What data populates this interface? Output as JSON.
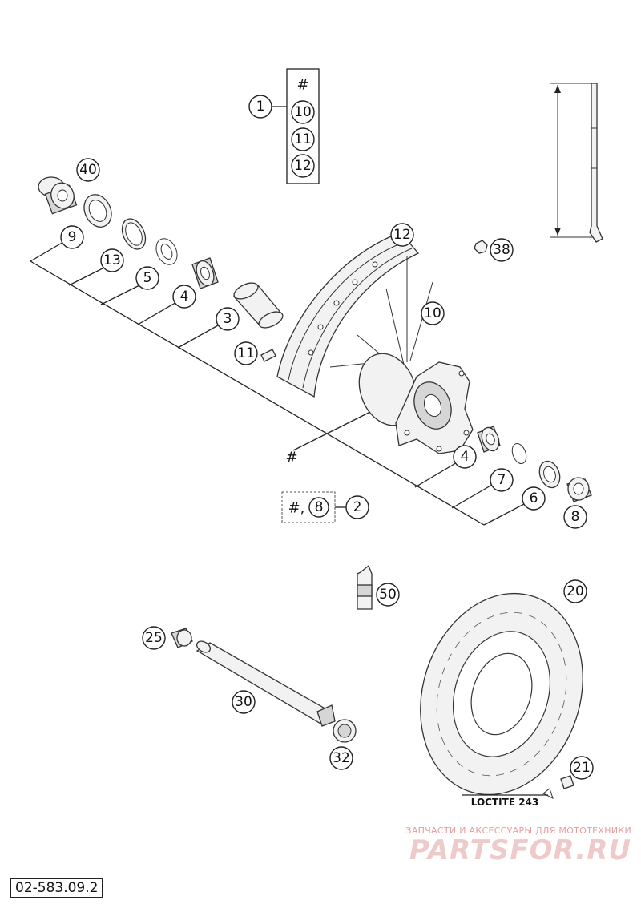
{
  "callouts": {
    "c1": "1",
    "c10": "10",
    "c11": "11",
    "c12": "12",
    "c40": "40",
    "c9": "9",
    "c13": "13",
    "c5": "5",
    "c4a": "4",
    "c3": "3",
    "c11b": "11",
    "c12b": "12",
    "c10b": "10",
    "c38": "38",
    "c4b": "4",
    "c7": "7",
    "c6": "6",
    "c8": "8",
    "c8b": "8",
    "c2": "2",
    "c50": "50",
    "c20": "20",
    "c25": "25",
    "c30": "30",
    "c32": "32",
    "c21": "21"
  },
  "labels": {
    "kit_hash": "#",
    "hub_hash": "#",
    "kit2_prefix": "#,"
  },
  "loctite_label": "LOCTITE 243",
  "drawing_number": "02-583.09.2",
  "watermark": {
    "tagline": "ЗАПЧАСТИ И АКСЕССУАРЫ ДЛЯ МОТОТЕХНИКИ",
    "site": "PARTSFOR.RU"
  }
}
